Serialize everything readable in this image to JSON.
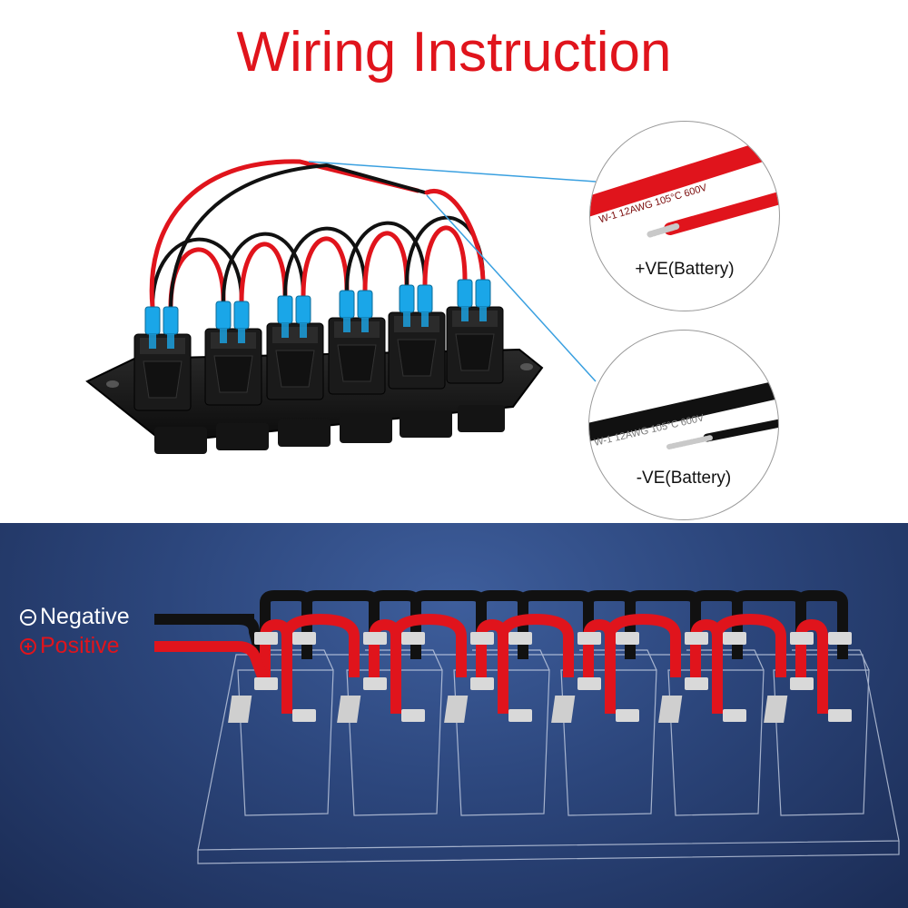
{
  "title": "Wiring Instruction",
  "callouts": {
    "positive": "+VE(Battery)",
    "negative": "-VE(Battery)",
    "wire_print": "W-1  12AWG  105°C  600V"
  },
  "legend": {
    "negative": "Negative",
    "positive": "Positive"
  },
  "colors": {
    "title": "#e0141c",
    "red_wire": "#e0141c",
    "black_wire": "#111111",
    "connector": "#1aa6e8",
    "leader": "#3aa0e0",
    "panel_bg": "#2c467c"
  },
  "switch_count": 6
}
